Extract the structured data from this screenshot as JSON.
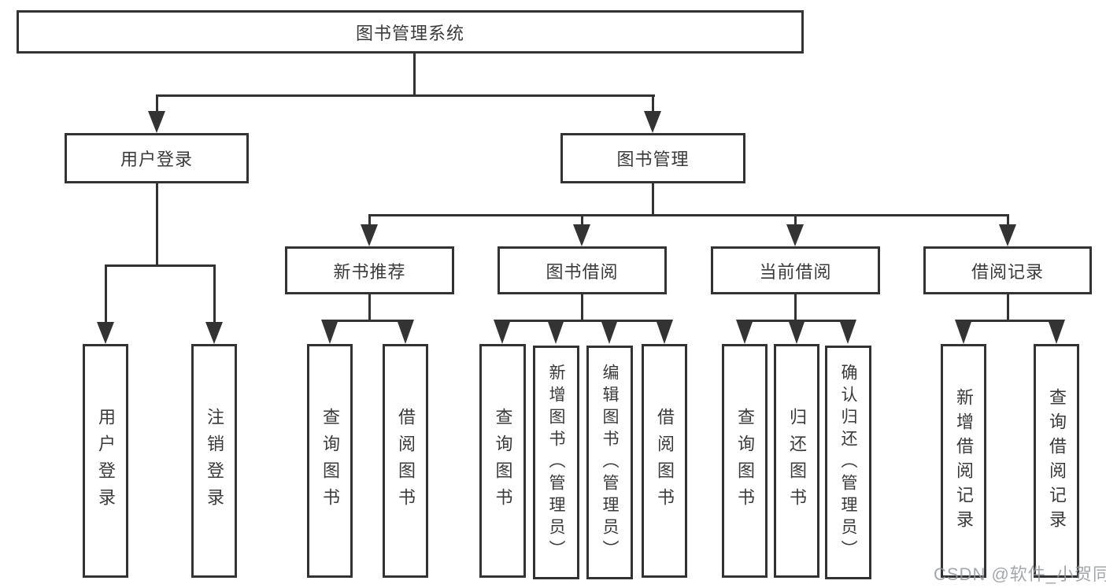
{
  "diagram": {
    "root": "图书管理系统",
    "level2": {
      "user_login": "用户登录",
      "book_mgmt": "图书管理"
    },
    "level3": {
      "new_book": "新书推荐",
      "book_borrow": "图书借阅",
      "current_borrow": "当前借阅",
      "borrow_record": "借阅记录"
    },
    "leaves": {
      "user_login_1": "用户登录",
      "user_login_2": "注销登录",
      "new_book_1": "查询图书",
      "new_book_2": "借阅图书",
      "book_borrow_1": "查询图书",
      "book_borrow_2": "新增图书（管理员）",
      "book_borrow_3": "编辑图书（管理员）",
      "book_borrow_4": "借阅图书",
      "current_borrow_1": "查询图书",
      "current_borrow_2": "归还图书",
      "current_borrow_3": "确认归还（管理员）",
      "borrow_record_1": "新增借阅记录",
      "borrow_record_2": "查询借阅记录"
    },
    "watermark": "CSDN @软件_小贺同学"
  },
  "hierarchy": {
    "图书管理系统": {
      "用户登录": [
        "用户登录",
        "注销登录"
      ],
      "图书管理": {
        "新书推荐": [
          "查询图书",
          "借阅图书"
        ],
        "图书借阅": [
          "查询图书",
          "新增图书（管理员）",
          "编辑图书（管理员）",
          "借阅图书"
        ],
        "当前借阅": [
          "查询图书",
          "归还图书",
          "确认归还（管理员）"
        ],
        "借阅记录": [
          "新增借阅记录",
          "查询借阅记录"
        ]
      }
    }
  },
  "colors": {
    "line": "#333333",
    "text": "#3a3a3a",
    "watermark": "#94989e",
    "background": "#ffffff"
  }
}
